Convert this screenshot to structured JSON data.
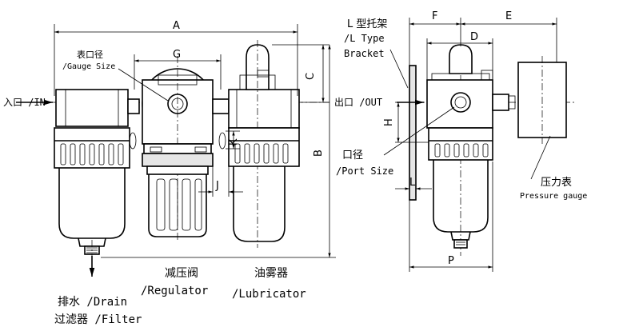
{
  "labels": {
    "A": "A",
    "B": "B",
    "C": "C",
    "D": "D",
    "E": "E",
    "F": "F",
    "G": "G",
    "H": "H",
    "J": "J",
    "K": "K",
    "L": "L",
    "P": "P",
    "inlet": "入口 /IN",
    "outlet": "出口 /OUT",
    "gauge_size_cn": "表口径",
    "gauge_size_en": "/Gauge Size",
    "bracket_cn": "L 型托架",
    "bracket_en1": "/L Type",
    "bracket_en2": "Bracket",
    "port_size_cn": "口径",
    "port_size_en": "/Port Size",
    "pressure_gauge_cn": "压力表",
    "pressure_gauge_en": "Pressure gauge",
    "regulator_cn": "减压阀",
    "regulator_en": "/Regulator",
    "lubricator_cn": "油雾器",
    "lubricator_en": "/Lubricator",
    "drain": "排水 /Drain",
    "filter": "过滤器 /Filter"
  }
}
